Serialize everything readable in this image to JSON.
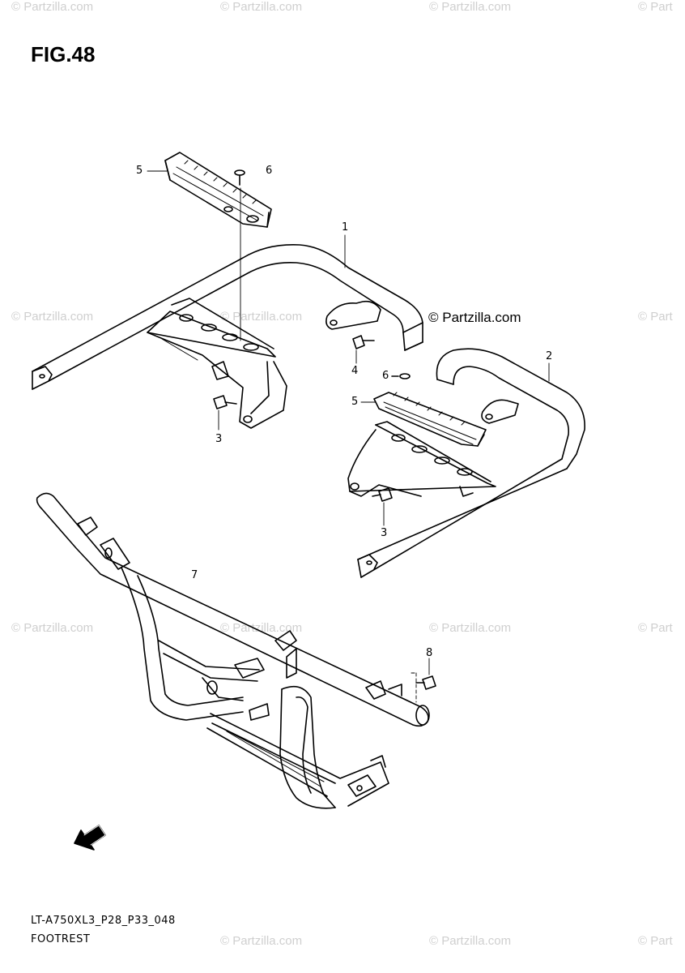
{
  "figure": {
    "title": "FIG.48",
    "caption": "FOOTREST",
    "code": "LT-A750XL3_P28_P33_048",
    "copyright": "© Partzilla.com"
  },
  "watermarks": {
    "text": "© Partzilla.com",
    "text_cut": "© Part",
    "color": "#cfcfcf"
  },
  "callouts": {
    "c1": "1",
    "c2": "2",
    "c3a": "3",
    "c3b": "3",
    "c4": "4",
    "c5a": "5",
    "c5b": "5",
    "c6a": "6",
    "c6b": "6",
    "c7": "7",
    "c8": "8"
  },
  "icons": {
    "front_arrow": "front-direction-arrow-icon"
  }
}
